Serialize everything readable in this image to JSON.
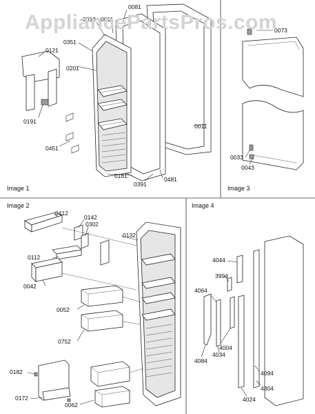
{
  "watermark": "AppliancePartsPros.com",
  "panels": {
    "image1": "Image 1",
    "image2": "Image 2",
    "image3": "Image 3",
    "image4": "Image 4"
  },
  "labels": {
    "p0081": "0081",
    "p0012": "0012",
    "p0011a": "0011",
    "p0351": "0351",
    "p0121": "0121",
    "p0201": "0201",
    "p0191": "0191",
    "p0011b": "0011",
    "p0451": "0451",
    "p0161": "0161",
    "p0391": "0391",
    "p0481": "0481",
    "p0073": "0073",
    "p0033": "0033",
    "p0043": "0043",
    "p0412": "0412",
    "p0142": "0142",
    "p0302": "0302",
    "p0132": "0132",
    "p0112": "0112",
    "p0042": "0042",
    "p0052": "0052",
    "p0752": "0752",
    "p0182": "0182",
    "p0172": "0172",
    "p0062": "0062",
    "p4044": "4044",
    "p3994": "3994",
    "p4064": "4064",
    "p4004": "4004",
    "p4084": "4084",
    "p4034": "4034",
    "p4094": "4094",
    "p4304": "4304",
    "p4024": "4024"
  }
}
